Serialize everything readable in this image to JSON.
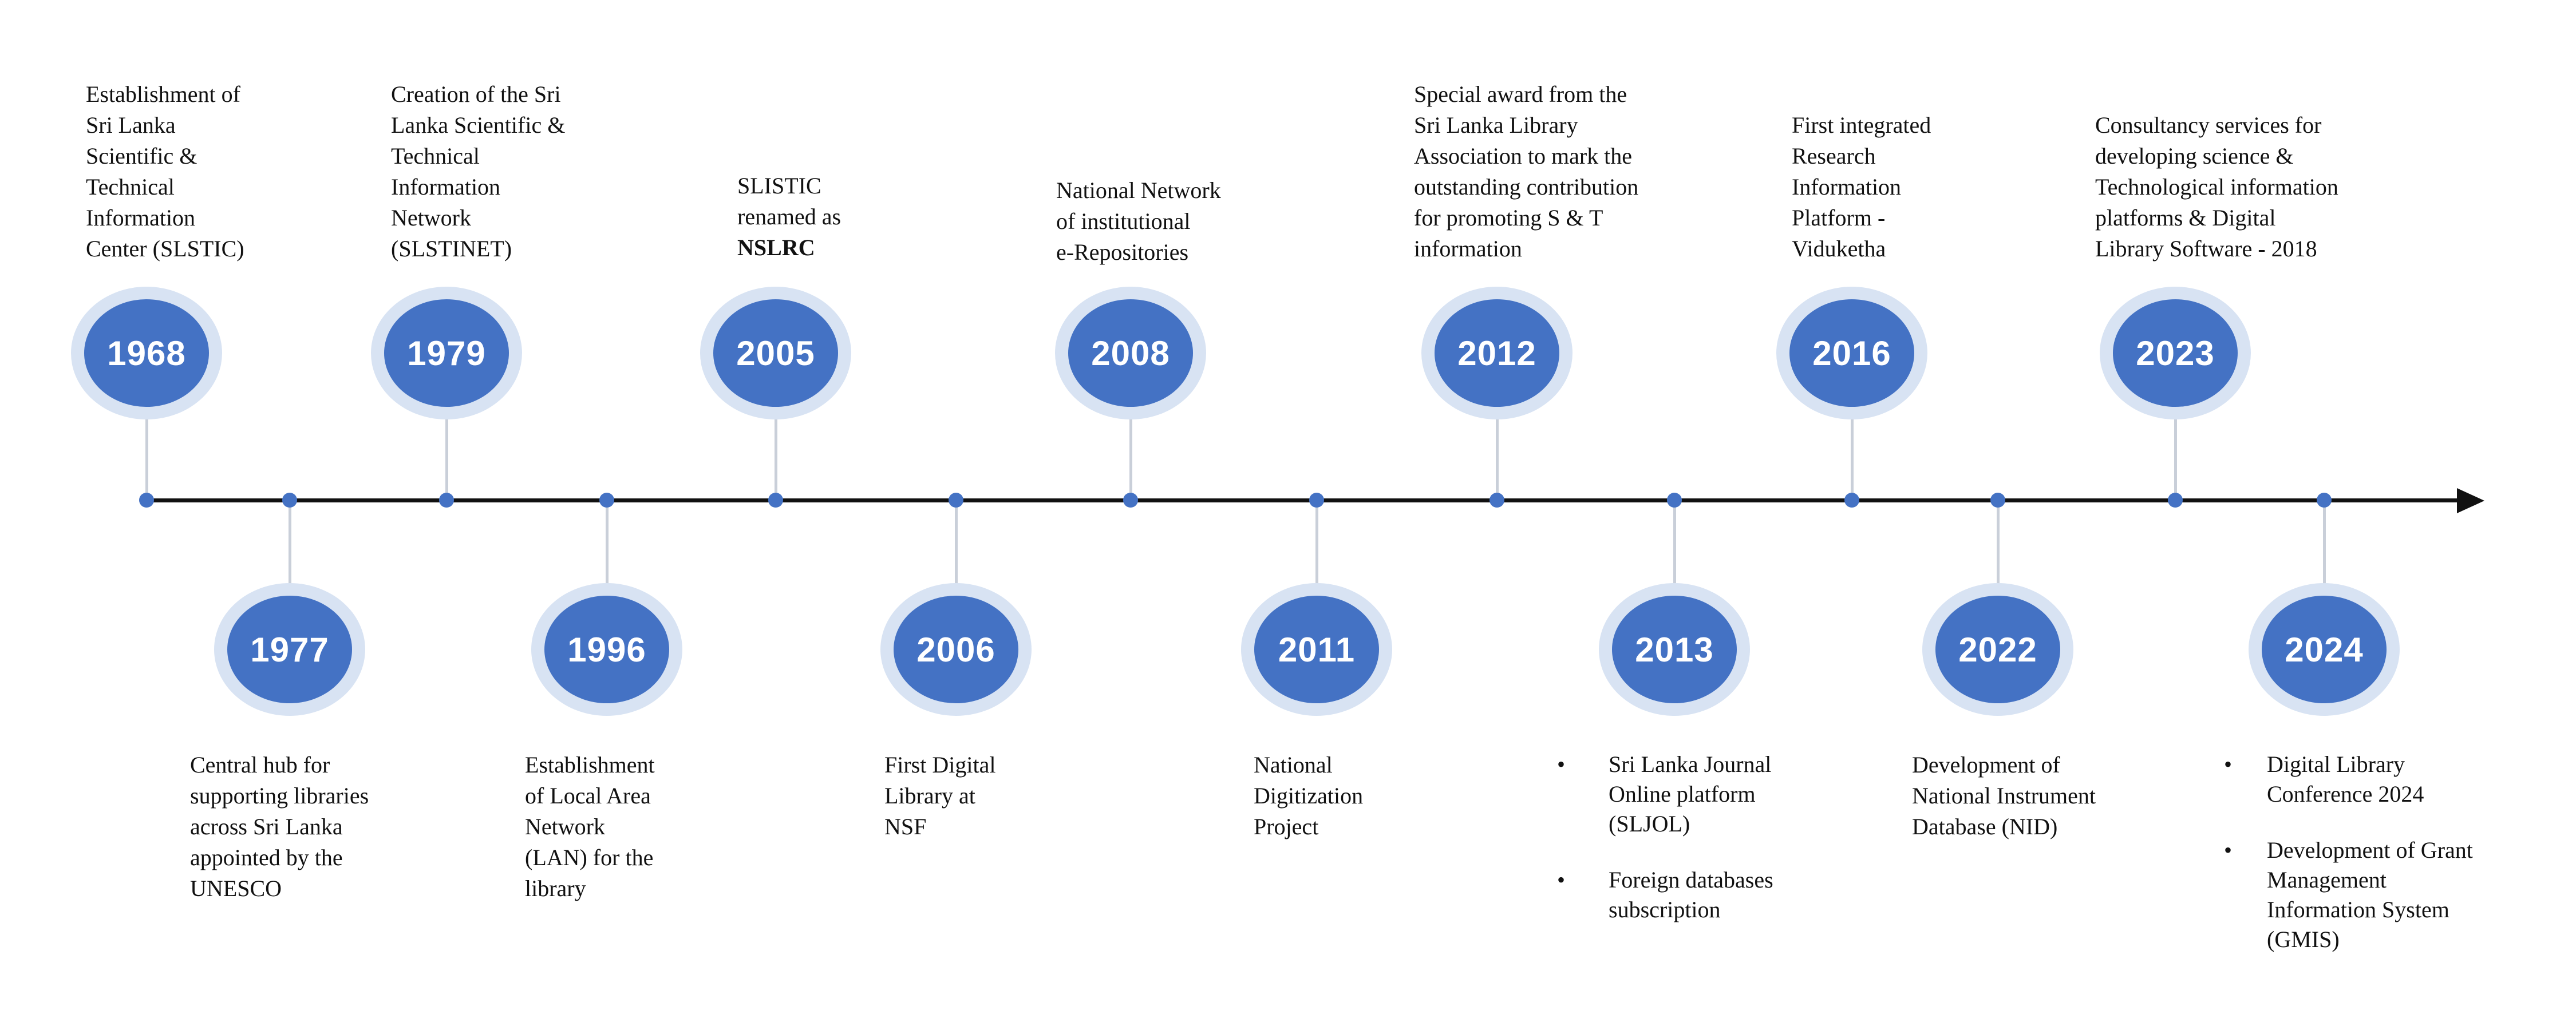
{
  "colors": {
    "accent": "#4472c4",
    "badge_ring": "#d8e3f3",
    "connector": "#c9cfd9",
    "axis": "#111111",
    "text": "#111111"
  },
  "bullet_symbol": "•",
  "timeline": {
    "events": [
      {
        "year": "1968",
        "lines": [
          "Establishment of",
          "Sri Lanka",
          "Scientific &",
          "Technical",
          "Information",
          "Center (SLSTIC)"
        ]
      },
      {
        "year": "1977",
        "lines": [
          "Central hub for",
          "supporting libraries",
          "across Sri Lanka",
          "appointed by the",
          "UNESCO"
        ]
      },
      {
        "year": "1979",
        "lines": [
          "Creation of the Sri",
          "Lanka Scientific &",
          "Technical",
          "Information",
          "Network",
          "(SLSTINET)"
        ]
      },
      {
        "year": "1996",
        "lines": [
          "Establishment",
          "of Local Area",
          "Network",
          "(LAN)  for the",
          "library"
        ]
      },
      {
        "year": "2005",
        "lines": [
          "SLISTIC",
          "renamed as",
          "NSLRC"
        ]
      },
      {
        "year": "2006",
        "lines": [
          "First Digital",
          "Library at",
          "NSF"
        ]
      },
      {
        "year": "2008",
        "lines": [
          "National Network",
          "of institutional",
          "e-Repositories"
        ]
      },
      {
        "year": "2011",
        "lines": [
          "National",
          "Digitization",
          "Project"
        ]
      },
      {
        "year": "2012",
        "lines": [
          "Special award from the",
          "Sri Lanka Library",
          "Association to mark the",
          "outstanding contribution",
          "for promoting S & T",
          "information"
        ]
      },
      {
        "year": "2013",
        "bullets": [
          [
            "Sri Lanka Journal",
            "Online platform",
            "(SLJOL)"
          ],
          [
            "Foreign databases",
            "subscription"
          ]
        ]
      },
      {
        "year": "2016",
        "lines": [
          "First integrated",
          "Research",
          "Information",
          "Platform -",
          "Viduketha"
        ]
      },
      {
        "year": "2022",
        "lines": [
          "Development of",
          "National Instrument",
          "Database (NID)"
        ]
      },
      {
        "year": "2023",
        "lines": [
          "Consultancy services for",
          "developing science &",
          "Technological information",
          "platforms & Digital",
          "Library Software - 2018"
        ]
      },
      {
        "year": "2024",
        "bullets": [
          [
            "Digital Library",
            "Conference 2024"
          ],
          [
            "Development of Grant",
            "Management",
            "Information System",
            "(GMIS)"
          ]
        ]
      }
    ]
  }
}
